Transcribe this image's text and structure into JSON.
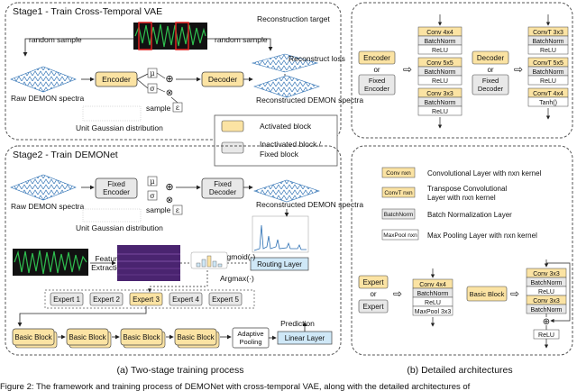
{
  "colors": {
    "activated": "#fbe3a3",
    "inactivated": "#e8e8e8",
    "linear": "#cfe8f7",
    "border": "#444444",
    "highlight_red": "#e02020",
    "waveform_green": "#2fbf4f",
    "feature_purple": "#4a2470",
    "spectrum_blue": "#2b6fb3"
  },
  "stage1": {
    "title": "Stage1 - Train Cross-Temporal VAE",
    "random_sample_left": "random sample",
    "random_sample_right": "random sample",
    "reconstruction_target": "Reconstruction target",
    "reconstruct_loss": "Reconstruct loss",
    "raw_spectra": "Raw DEMON spectra",
    "encoder": "Encoder",
    "mu": "μ",
    "sigma": "σ",
    "plus": "⊕",
    "times": "⊗",
    "decoder": "Decoder",
    "recon_spectra": "Reconstructed DEMON spectra",
    "sample": "sample",
    "epsilon": "ε",
    "unit_gaussian": "Unit Gaussian distribution"
  },
  "legend_top": {
    "activated": "Activated block",
    "inactivated_line1": "Inactivated block /",
    "inactivated_line2": "Fixed block"
  },
  "stage2": {
    "title": "Stage2 - Train DEMONet",
    "raw_spectra": "Raw DEMON spectra",
    "fixed_encoder_line1": "Fixed",
    "fixed_encoder_line2": "Encoder",
    "mu": "μ",
    "sigma": "σ",
    "plus": "⊕",
    "times": "⊗",
    "fixed_decoder_line1": "Fixed",
    "fixed_decoder_line2": "Decoder",
    "recon_spectra": "Reconstructed DEMON spectra",
    "sample": "sample",
    "epsilon": "ε",
    "unit_gaussian": "Unit Gaussian distribution",
    "feature_line1": "Feature",
    "feature_line2": "Extraction",
    "sigmoid": "Sigmoid(·)",
    "argmax": "Argmax(·)",
    "routing": "Routing Layer",
    "experts": [
      "Expert 1",
      "Expert 2",
      "Expert 3",
      "Expert 4",
      "Expert 5"
    ],
    "basic_blocks": [
      "Basic Block",
      "Basic Block",
      "Basic Block",
      "Basic Block"
    ],
    "adaptive_line1": "Adaptive",
    "adaptive_line2": "Pooling",
    "linear": "Linear Layer",
    "prediction": "Prediction"
  },
  "arch": {
    "encoder": "Encoder",
    "or1": "or",
    "fixed_encoder_line1": "Fixed",
    "fixed_encoder_line2": "Encoder",
    "encoder_stack": [
      "Conv 4x4",
      "BatchNorm",
      "ReLU",
      "Conv 5x5",
      "BatchNorm",
      "ReLU",
      "Conv 3x3",
      "BatchNorm",
      "ReLU"
    ],
    "decoder": "Decoder",
    "or2": "or",
    "fixed_decoder_line1": "Fixed",
    "fixed_decoder_line2": "Decoder",
    "decoder_stack": [
      "ConvT 3x3",
      "BatchNorm",
      "ReLU",
      "ConvT 5x5",
      "BatchNorm",
      "ReLU",
      "ConvT 4x4",
      "Tanh()"
    ]
  },
  "legend_arch": {
    "conv_tag": "Conv nxn",
    "conv_desc": "Convolutional Layer with nxn kernel",
    "convt_tag": "ConvT nxn",
    "convt_desc_line1": "Transpose Convolutional",
    "convt_desc_line2": "Layer with nxn kernel",
    "bn_tag": "BatchNorm",
    "bn_desc": "Batch Normalization Layer",
    "mp_tag": "MaxPool nxn",
    "mp_desc": "Max Pooling Layer with nxn kernel"
  },
  "expert_arch": {
    "expert": "Expert",
    "or": "or",
    "expert2": "Expert",
    "stack": [
      "Conv 4x4",
      "BatchNorm",
      "ReLU",
      "MaxPool 3x3"
    ]
  },
  "basic_arch": {
    "block": "Basic Block",
    "stack": [
      "Conv 3x3",
      "BatchNorm",
      "ReLU",
      "Conv 3x3",
      "BatchNorm"
    ],
    "relu": "ReLU"
  },
  "captions": {
    "a": "(a) Two-stage training process",
    "b": "(b) Detailed architectures",
    "figure": "Figure 2: The framework and training process of DEMONet with cross-temporal VAE, along with the detailed architectures of"
  }
}
